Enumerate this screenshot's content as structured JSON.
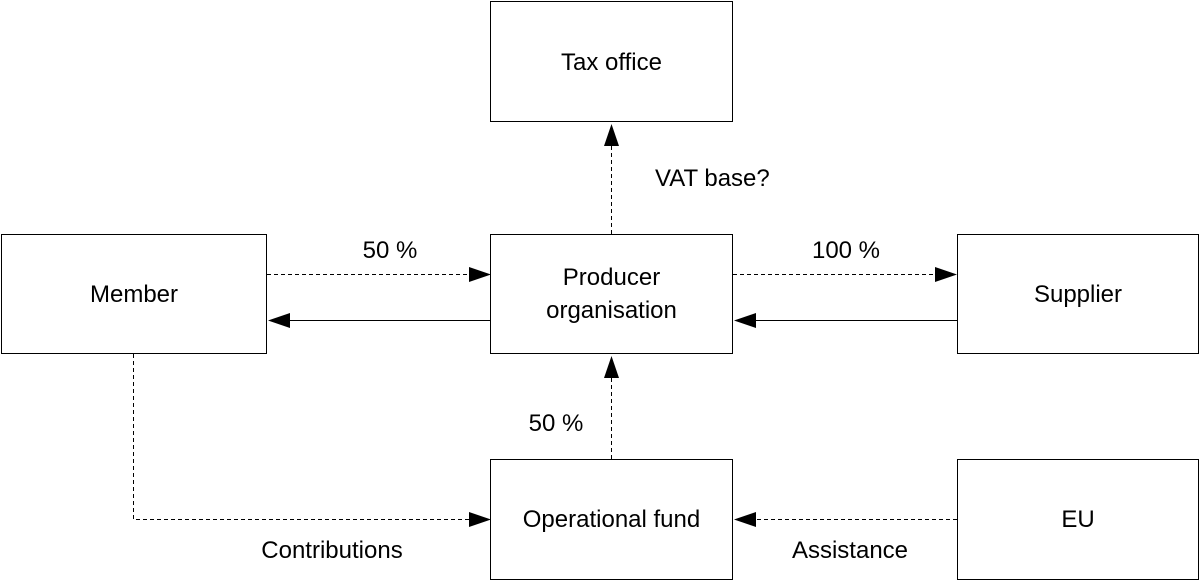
{
  "nodes": {
    "tax_office": "Tax office",
    "member": "Member",
    "producer_organisation": [
      "Producer",
      "organisation"
    ],
    "supplier": "Supplier",
    "operational_fund": "Operational fund",
    "eu": "EU"
  },
  "edge_labels": {
    "vat_base": "VAT base?",
    "member_to_po": "50 %",
    "po_to_supplier": "100 %",
    "fund_to_po": "50 %",
    "contributions": "Contributions",
    "assistance": "Assistance"
  },
  "colors": {
    "line": "#000000",
    "box_fill": "#ffffff",
    "background": "#ffffff"
  }
}
